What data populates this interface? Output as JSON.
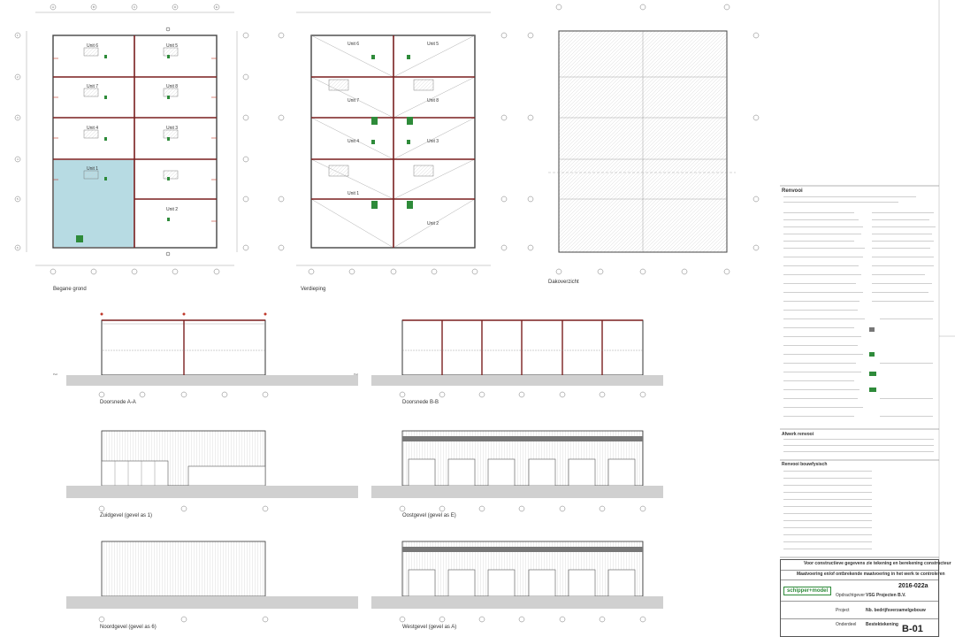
{
  "views": {
    "ground_floor": "Begane grond",
    "upper_floor": "Verdieping",
    "roof": "Dakoverzicht",
    "section_aa": "Doorsnede A-A",
    "section_bb": "Doorsnede B-B",
    "south": "Zuidgevel (gevel as 1)",
    "east": "Oostgevel (gevel as E)",
    "north": "Noordgevel (gevel as 6)",
    "west": "Westgevel (gevel as A)"
  },
  "units_left": [
    "Unit 6",
    "Unit 5",
    "Unit 7",
    "Unit 8",
    "Unit 4",
    "Unit 3",
    "Unit 1",
    "Unit 2"
  ],
  "units_right": [
    "Unit 6",
    "Unit 5",
    "Unit 7",
    "Unit 8",
    "Unit 4",
    "Unit 3",
    "Unit 1",
    "Unit 2"
  ],
  "grid_letters": [
    "A",
    "B",
    "C",
    "D",
    "E"
  ],
  "grid_numbers": [
    "1",
    "2",
    "3",
    "4",
    "5",
    "6"
  ],
  "levels": [
    "Peil",
    "Peil"
  ],
  "notes": {
    "legend_title": "Renvooi",
    "material_title": "Afwerk renvooi",
    "symbol_title": "Renvooi bouwfysisch",
    "constructor_note": "Voor constructieve gegevens zie tekening en berekening constructeur",
    "measure_note": "Maatvoering en/of ontbrekende maatvoering in het werk te controleren"
  },
  "title_block": {
    "company": "schipper+model",
    "client_label": "Opdrachtgever",
    "client": "VSG Projecten B.V.",
    "project_label": "Project",
    "project": "Nb. bedrijfsverzamelgebouw",
    "subject_label": "Onderdeel",
    "subject": "Bestektekening",
    "drawing_number": "2016-022a",
    "sheet_number": "B-01"
  },
  "colors": {
    "line": "#555555",
    "steel": "#7a1f1f",
    "unit_fill": "#b7dbe3",
    "green": "#2e8b3a",
    "red": "#c0392b"
  }
}
